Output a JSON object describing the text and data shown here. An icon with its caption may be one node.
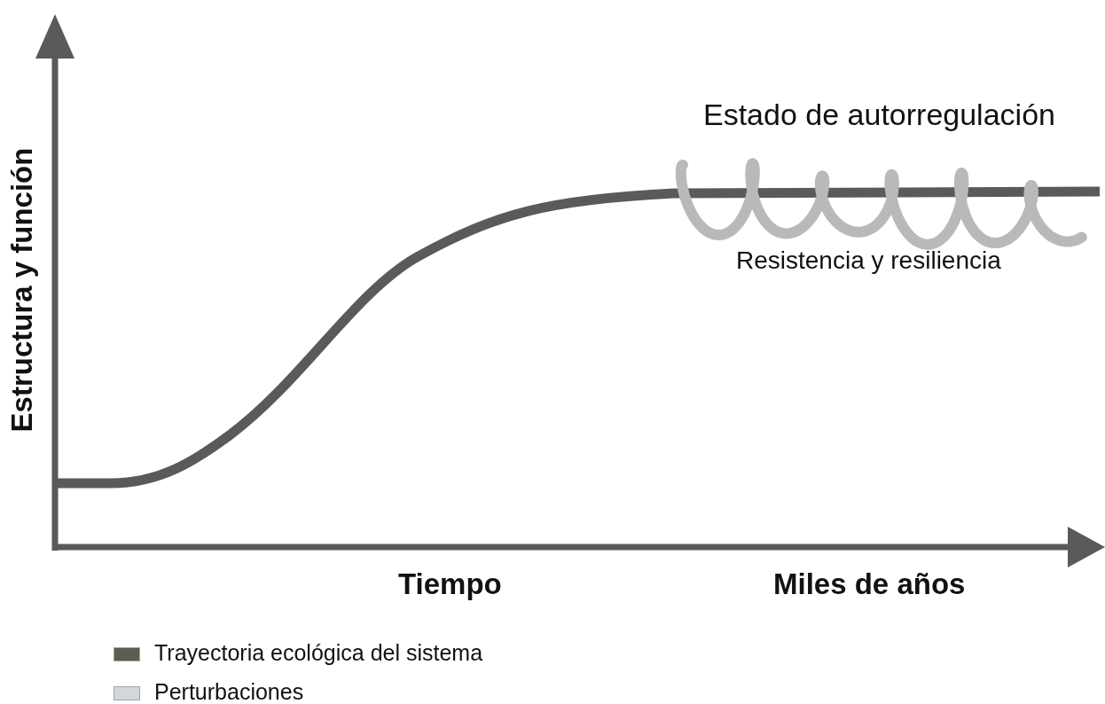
{
  "diagram": {
    "labels": [
      "Estado de autorregulación",
      "Resistencia y resiliencia",
      "Estructura y función",
      "Tiempo",
      "Miles de años"
    ],
    "legend": [
      {
        "text": "Trayectoria ecológica del sistema",
        "color": "#5b5e4e"
      },
      {
        "text": "Perturbaciones",
        "color": "#d3d7da"
      }
    ]
  }
}
